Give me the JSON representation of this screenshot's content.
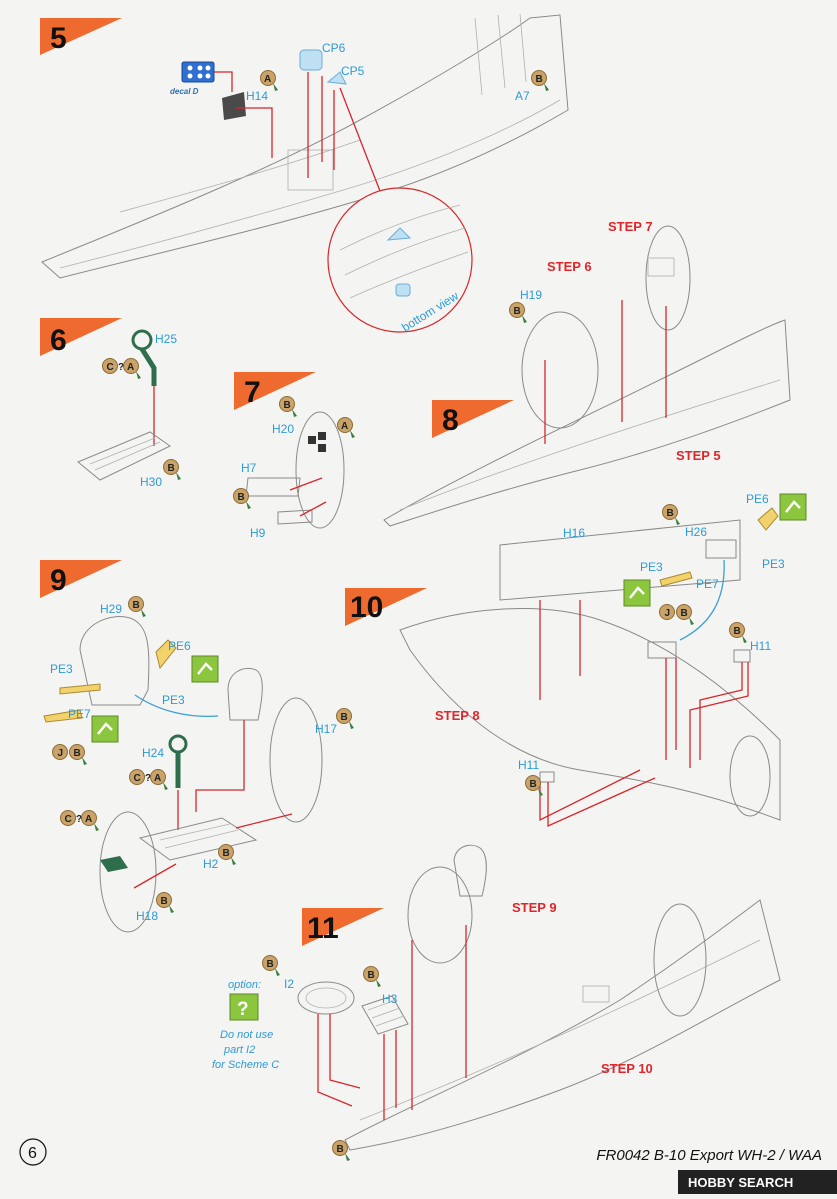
{
  "steps": [
    {
      "number": "5"
    },
    {
      "number": "6"
    },
    {
      "number": "7"
    },
    {
      "number": "8"
    },
    {
      "number": "9"
    },
    {
      "number": "10"
    },
    {
      "number": "11"
    }
  ],
  "step_refs": {
    "step7": "STEP 7",
    "step6": "STEP 6",
    "step5": "STEP 5",
    "step8": "STEP 8",
    "step9": "STEP 9",
    "step10": "STEP 10"
  },
  "parts": {
    "cp6": "CP6",
    "cp5": "CP5",
    "h14": "H14",
    "a7": "A7",
    "h25": "H25",
    "h30": "H30",
    "h20": "H20",
    "h7": "H7",
    "h9": "H9",
    "h19": "H19",
    "h16": "H16",
    "h26": "H26",
    "pe6_a": "PE6",
    "pe3_a": "PE3",
    "pe3_b": "PE3",
    "pe7_a": "PE7",
    "h11_a": "H11",
    "h11_b": "H11",
    "h29": "H29",
    "pe6_b": "PE6",
    "pe3_c": "PE3",
    "pe3_d": "PE3",
    "pe7_b": "PE7",
    "h24": "H24",
    "h17": "H17",
    "h2": "H2",
    "h18": "H18",
    "i2": "I2",
    "h3": "H3"
  },
  "decal": "decal D",
  "bottom_view": "bottom view",
  "option": {
    "title": "option:",
    "line1": "Do not use",
    "line2": "part I2",
    "line3": "for Scheme C"
  },
  "badges": {
    "A": "A",
    "B": "B",
    "C": "C",
    "J": "J",
    "or": "?"
  },
  "footer": {
    "page_number": "6",
    "title": "FR0042 B-10 Export WH-2 / WAA",
    "watermark": "HOBBY SEARCH"
  },
  "colors": {
    "step_flag": "#ef6a2e",
    "part_label": "#2e9bd6",
    "step_ref": "#e0262b",
    "arrow": "#d8262b",
    "badge": "#c9a36a",
    "icon_green": "#8cc63f",
    "pe_part": "#f3d26b",
    "clear_part": "#bfe0f3",
    "dark_part": "#2f6e4c"
  }
}
